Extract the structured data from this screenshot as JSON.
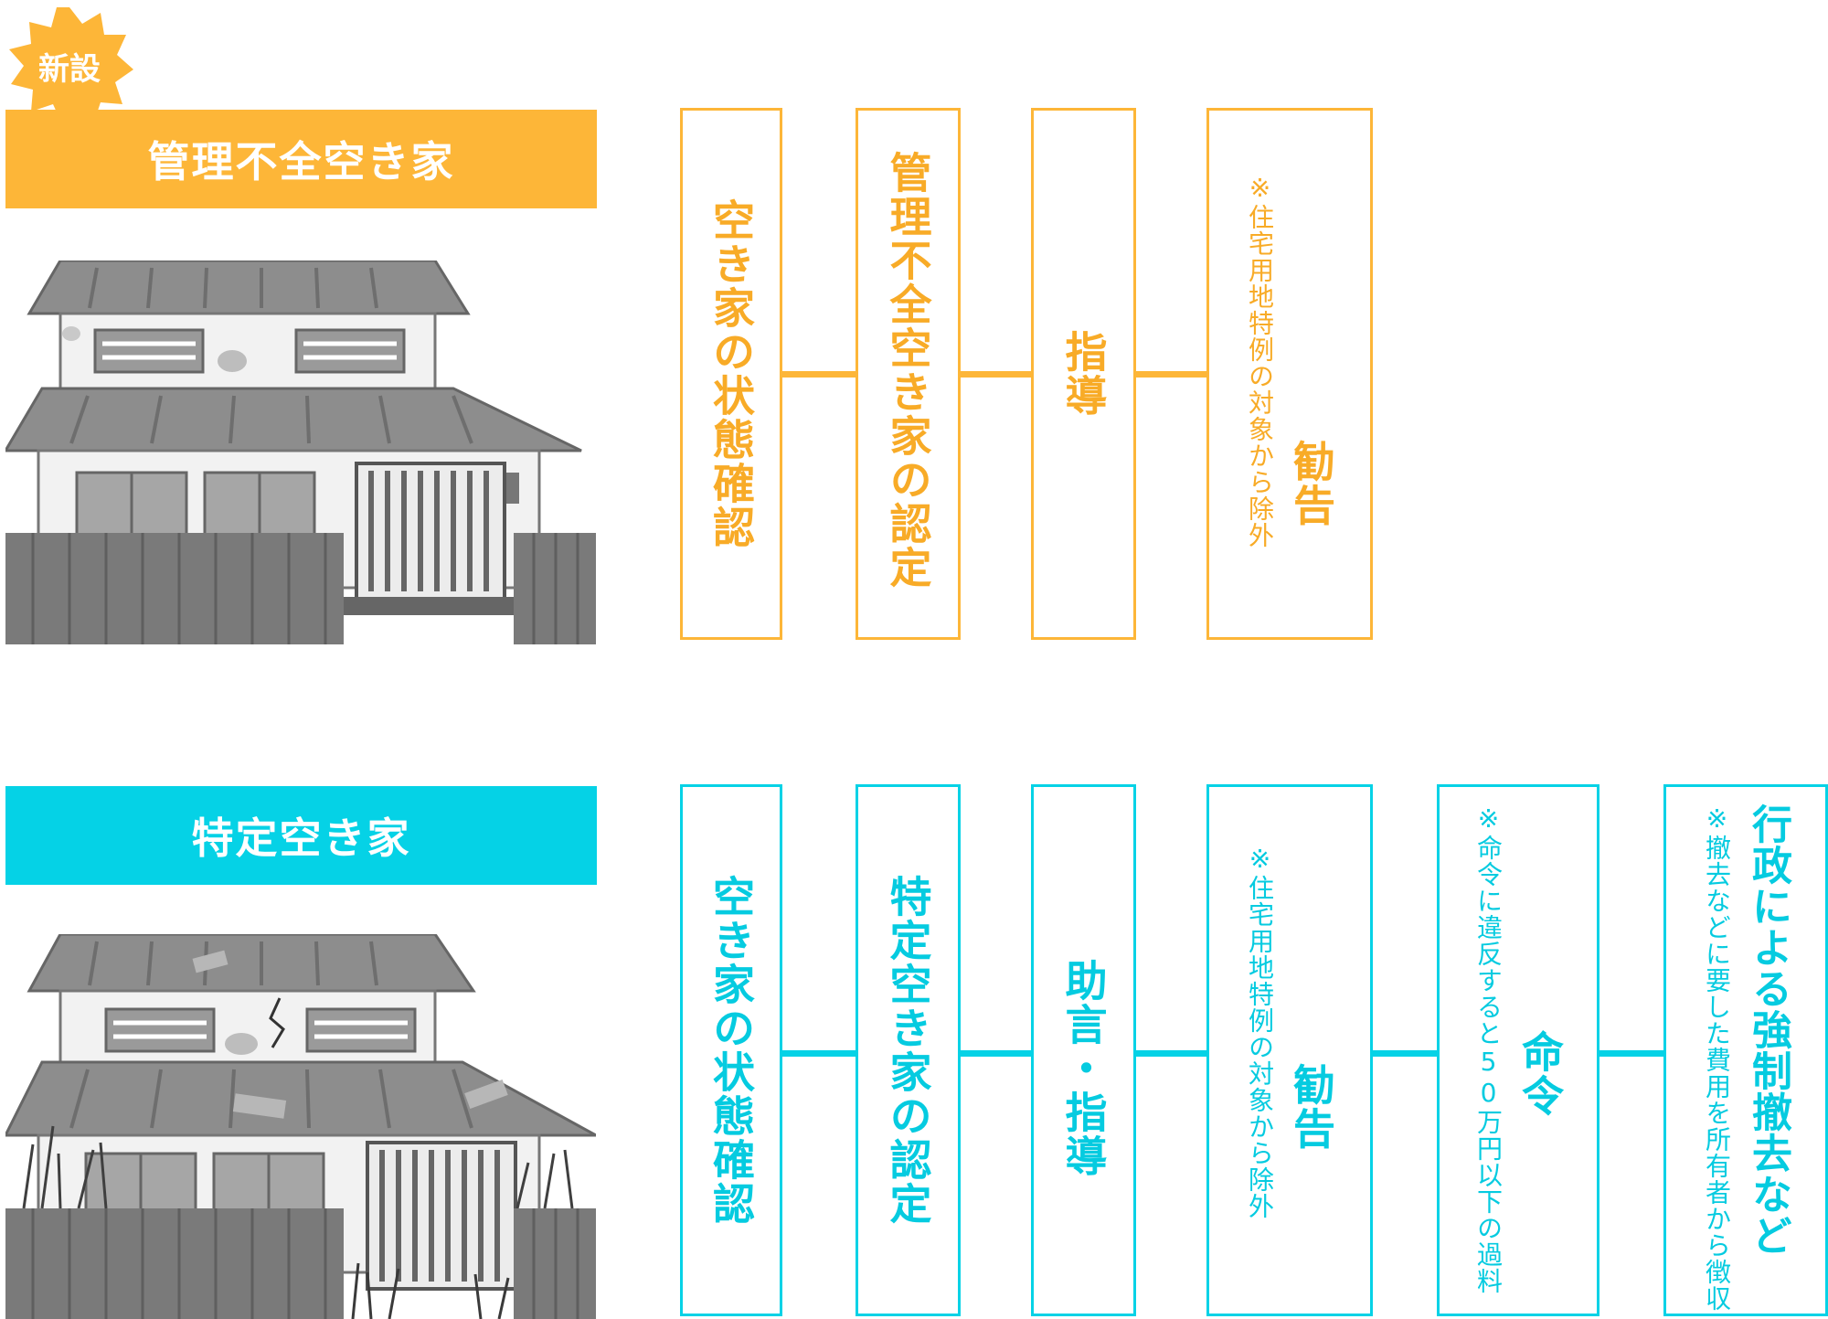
{
  "colors": {
    "orange": "#FDB638",
    "cyan": "#05D2E6"
  },
  "section1": {
    "badge": "新設",
    "title": "管理不全空き家",
    "steps": [
      {
        "main": "空き家の状態確認",
        "note": ""
      },
      {
        "main": "管理不全空き家の認定",
        "note": ""
      },
      {
        "main": "指導",
        "note": ""
      },
      {
        "main": "勧告",
        "note": "※住宅用地特例の対象から除外"
      }
    ]
  },
  "section2": {
    "title": "特定空き家",
    "steps": [
      {
        "main": "空き家の状態確認",
        "note": ""
      },
      {
        "main": "特定空き家の認定",
        "note": ""
      },
      {
        "main": "助言・指導",
        "note": ""
      },
      {
        "main": "勧告",
        "note": "※住宅用地特例の対象から除外"
      },
      {
        "main": "命令",
        "note": "※命令に違反すると50万円以下の過料"
      },
      {
        "main": "行政による強制撤去など",
        "note": "※撤去などに要した費用を所有者から徴収"
      }
    ]
  }
}
